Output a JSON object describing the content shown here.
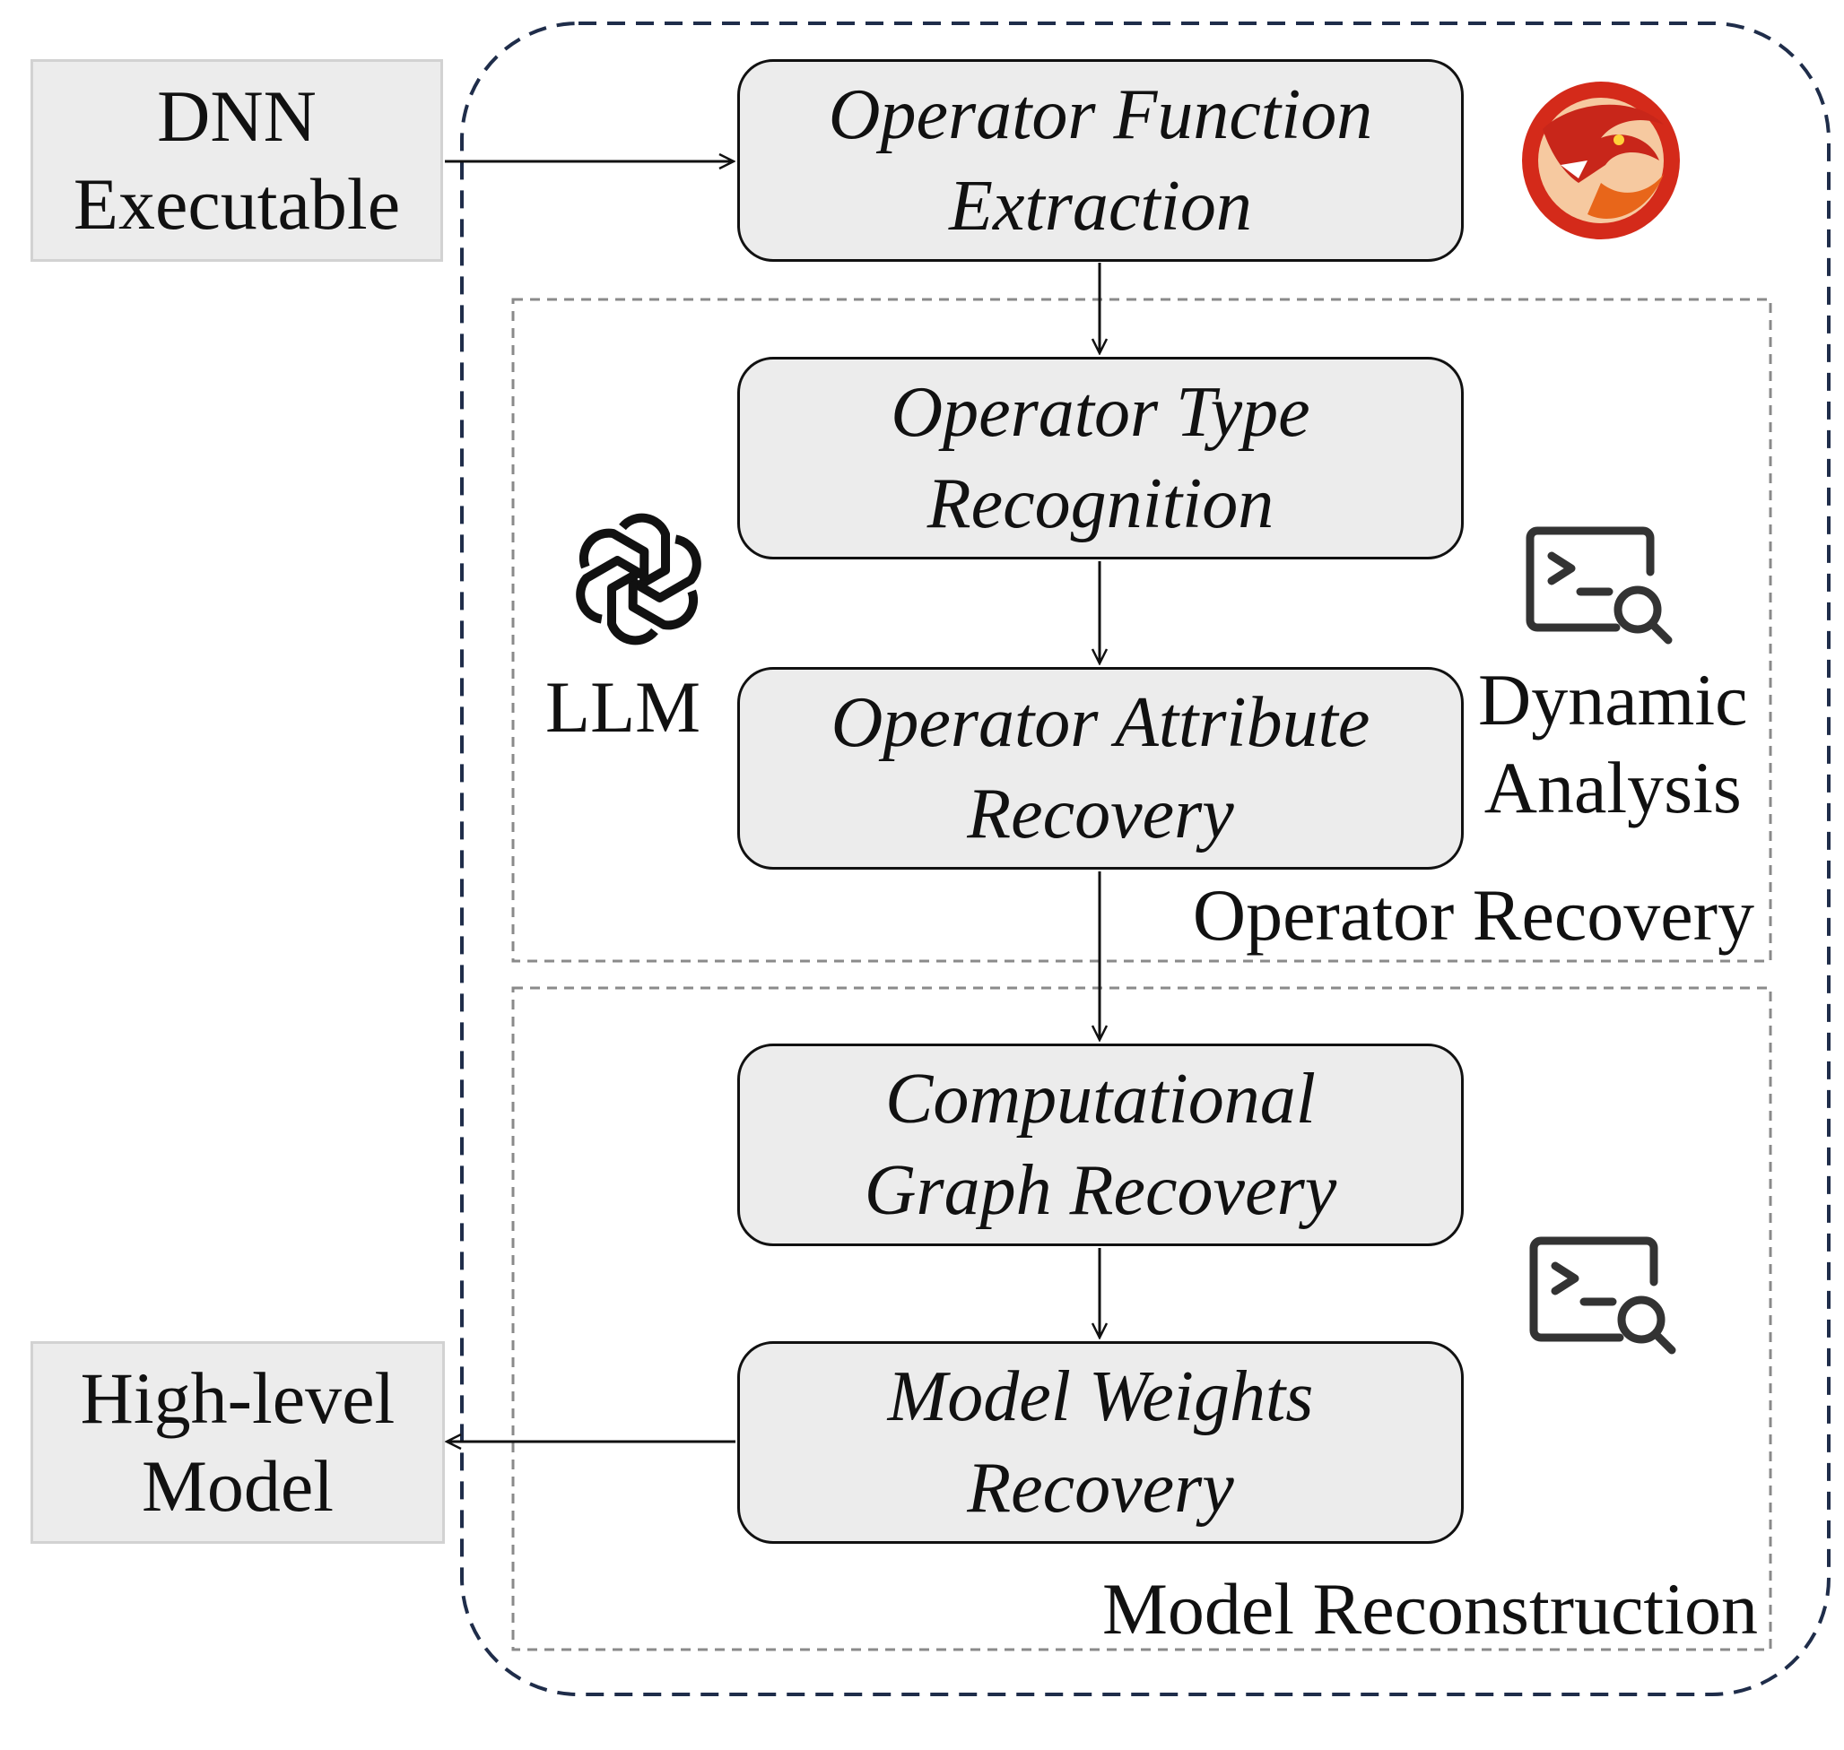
{
  "inputs": {
    "dnn_executable": [
      "DNN",
      "Executable"
    ],
    "high_level_model": [
      "High-level",
      "Model"
    ]
  },
  "steps": [
    {
      "line1": "Operator Function",
      "line2": "Extraction"
    },
    {
      "line1": "Operator Type",
      "line2": "Recognition"
    },
    {
      "line1": "Operator Attribute",
      "line2": "Recovery"
    },
    {
      "line1": "Computational",
      "line2": "Graph Recovery"
    },
    {
      "line1": "Model Weights",
      "line2": "Recovery"
    }
  ],
  "side_labels": {
    "llm": "LLM",
    "dynamic_analysis": [
      "Dynamic",
      "Analysis"
    ]
  },
  "groups": {
    "operator_recovery": "Operator Recovery",
    "model_reconstruction": "Model Reconstruction"
  },
  "icons": {
    "ghidra_logo": "dragon-logo-icon",
    "llm_logo": "openai-knot-icon",
    "terminal": "terminal-search-icon"
  },
  "colors": {
    "outer_border": "#1f2d4a",
    "group_border": "#8a8a8a",
    "box_fill": "#ececec",
    "logo_red": "#d42a1a"
  }
}
